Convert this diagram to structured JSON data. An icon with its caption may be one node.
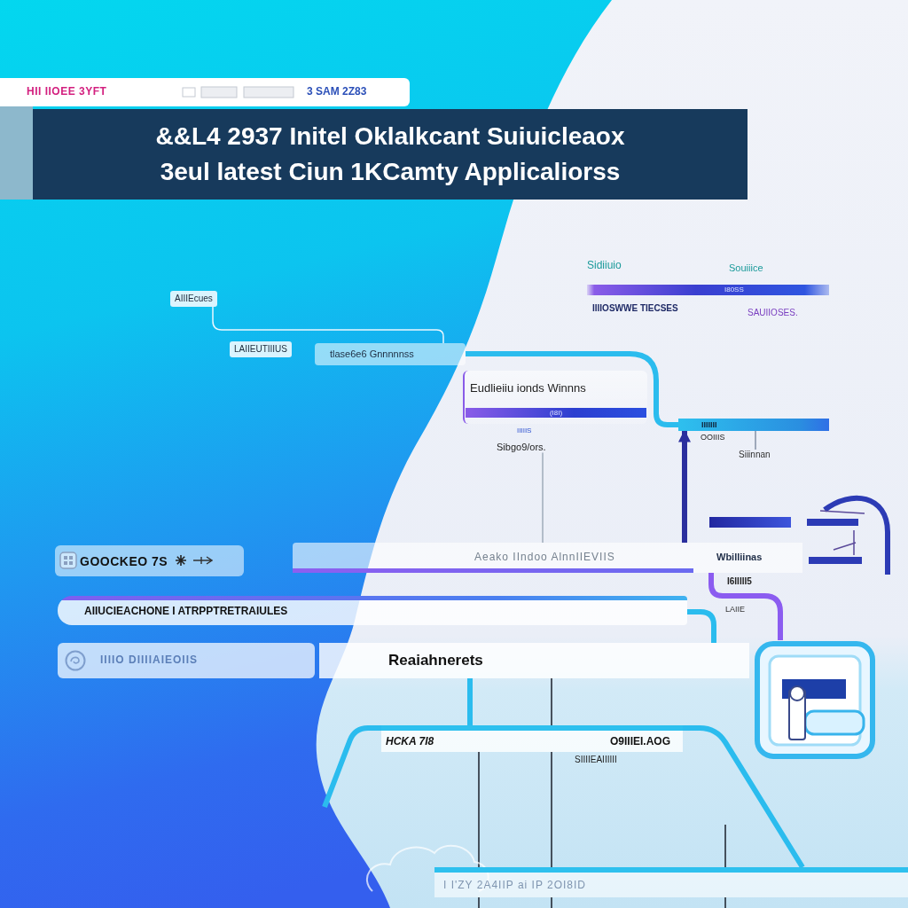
{
  "diagram": {
    "title": "&&L4 2937 Initel Oklalkcant Suiuicleaox 3eul latest Ciun 1KCamty Applicaliorss",
    "nodes": [
      {
        "text": [
          "HII IIOEE 3YFT",
          "3 SAM 2Z83"
        ]
      },
      {
        "text": [
          "AIIIEcues"
        ]
      },
      {
        "text": [
          "LAIIEUTIIIUS"
        ]
      },
      {
        "text": [
          "tlase6e6 Gnnnnnss"
        ]
      },
      {
        "text": [
          "Eudlieiiu ionds Winnns",
          "(I8I)"
        ],
        "beside": [
          "IIIIIS"
        ]
      },
      {
        "text": [
          "I80SS"
        ]
      },
      {
        "text": [
          "IIIIIII"
        ],
        "beside": [
          "OOIIIS"
        ]
      },
      {
        "text": [
          "Siiinnan"
        ]
      },
      {
        "text": [
          "GOOCKEO 7S"
        ]
      },
      {
        "text": [
          "Aeako IIndoo AlnnIIEVIIS",
          "Wbilliinas"
        ],
        "beside": [
          "I6IIIII5"
        ]
      },
      {
        "text": [
          "AIIUCIEACHONE I ATRPPTRETRAIULES"
        ]
      },
      {
        "text": [
          "IIIIO DIIIIAIEOIIS"
        ]
      },
      {
        "text": [
          "Reaiahnerets"
        ]
      },
      {
        "text": [],
        "shape": "picture"
      },
      {
        "text": [
          "HCKA 7I8",
          "O9IIIEI.AOG"
        ],
        "beside": [
          "SIIIIEAIIIIII"
        ]
      },
      {
        "text": [
          "I I'ZY 2A4IIP ai IP 2OI8ID"
        ]
      },
      {
        "text": [
          "Sibgo9/ors."
        ]
      }
    ],
    "edges": [
      {
        "from": 3,
        "to": 6,
        "arrow": "none"
      },
      {
        "from": 9,
        "to": 6,
        "arrow": "to",
        "color": "#2b2f9e"
      },
      {
        "from": 9,
        "to": 13,
        "arrow": "none",
        "color": "#8b5cf0"
      },
      {
        "from": 10,
        "to": 12,
        "arrow": "none"
      },
      {
        "from": 1,
        "to": 3,
        "arrow": "none",
        "color": "#eaf7ff"
      },
      {
        "from": 12,
        "to": 14,
        "arrow": "none"
      },
      {
        "from": 14,
        "to": 15,
        "arrow": "none"
      },
      {
        "from": 16,
        "to": 9,
        "arrow": "none",
        "color": "#8c9aab"
      },
      {
        "from": 7,
        "to": 6,
        "arrow": "none",
        "color": "#6b7891"
      },
      {
        "from": 14,
        "to": null,
        "arrow": "none"
      }
    ],
    "labels": [
      "Sidiiuio",
      "Souiiice",
      "IIIIOSWWE TIECSES",
      "SAUIIOSES.",
      "LAIIE"
    ]
  }
}
